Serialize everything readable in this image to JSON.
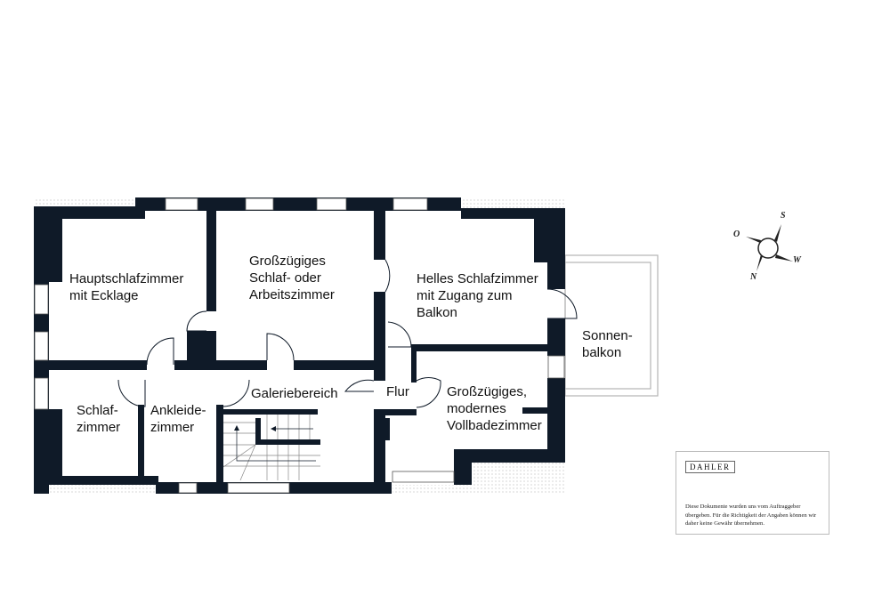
{
  "rooms": {
    "hauptschlafzimmer": "Hauptschlafzimmer\nmit Ecklage",
    "arbeitszimmer": "Großzügiges\nSchlaf- oder\nArbeitszimmer",
    "helles_schlafzimmer": "Helles Schlafzimmer\nmit Zugang zum\nBalkon",
    "sonnenbalkon": "Sonnen-\nbalkon",
    "schlafzimmer": "Schlaf-\nzimmer",
    "ankleidezimmer": "Ankleide-\nzimmer",
    "galeriebereich": "Galeriebereich",
    "flur": "Flur",
    "bad": "Großzügiges,\nmodernes\nVollbadezimmer"
  },
  "compass": {
    "n": "N",
    "o": "O",
    "s": "S",
    "w": "W"
  },
  "legal": {
    "logo": "DAHLER",
    "disclaimer": "Diese Dokumente wurden uns vom Auftraggeber übergeben. Für die Richtigkeit der Angaben können wir daher keine Gewähr übernehmen."
  },
  "colors": {
    "wall": "#0f1a28",
    "balcony": "#b5b5b5",
    "hatch": "#c9c9c9"
  }
}
